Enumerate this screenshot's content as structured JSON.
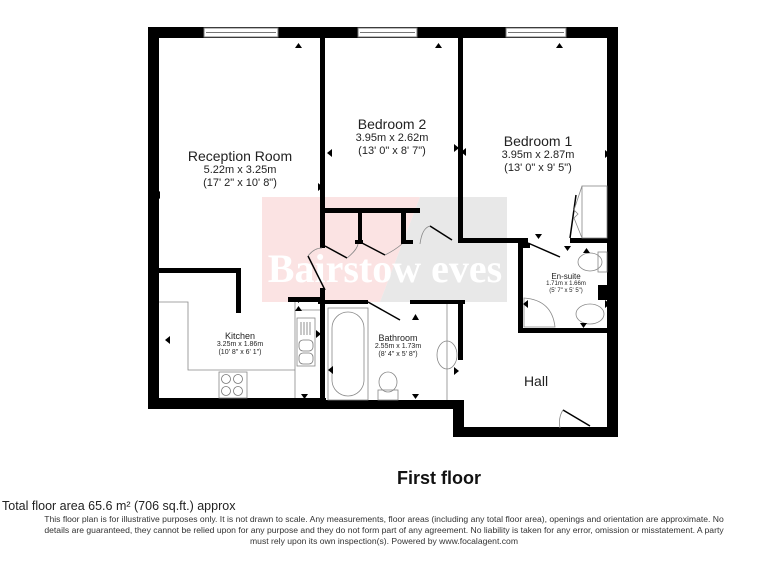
{
  "floor_title": "First floor",
  "watermark": "Bairstow eves",
  "colors": {
    "wall": "#000000",
    "fixture_line": "#888888",
    "watermark_red": "#f9dcdc",
    "watermark_grey": "#e6e6e6",
    "text": "#222222"
  },
  "rooms": [
    {
      "name": "Reception Room",
      "metric": "5.22m x 3.25m",
      "imperial": "(17' 2\" x 10' 8\")"
    },
    {
      "name": "Bedroom 2",
      "metric": "3.95m x 2.62m",
      "imperial": "(13' 0\" x 8' 7\")"
    },
    {
      "name": "Bedroom 1",
      "metric": "3.95m x 2.87m",
      "imperial": "(13' 0\" x 9' 5\")"
    },
    {
      "name": "Kitchen",
      "metric": "3.25m x 1.86m",
      "imperial": "(10' 8\" x 6' 1\")"
    },
    {
      "name": "Bathroom",
      "metric": "2.55m x 1.73m",
      "imperial": "(8' 4\" x 5' 8\")"
    },
    {
      "name": "En-suite",
      "metric": "1.71m x 1.66m",
      "imperial": "(5' 7\" x 5' 5\")"
    },
    {
      "name": "Hall",
      "metric": "",
      "imperial": ""
    }
  ],
  "footer": {
    "total_area": "Total floor area 65.6 m² (706 sq.ft.) approx",
    "disclaimer_lines": [
      "This floor plan is for illustrative purposes only. It is not drawn to scale. Any measurements, floor areas (including any total floor area), openings and orientation are approximate. No",
      "details are guaranteed, they cannot be relied upon for any purpose and they do not form part of any agreement. No liability is taken for any error, omission or misstatement. A party",
      "must rely upon its own inspection(s). Powered by www.focalagent.com"
    ]
  }
}
